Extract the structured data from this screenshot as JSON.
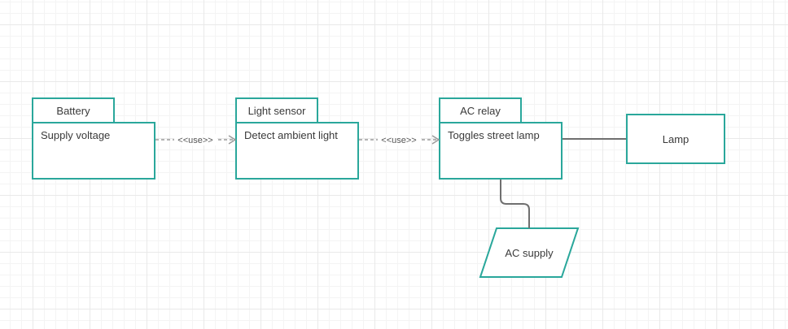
{
  "packages": {
    "battery": {
      "tab": "Battery",
      "body": "Supply voltage"
    },
    "light_sensor": {
      "tab": "Light sensor",
      "body": "Detect ambient light"
    },
    "ac_relay": {
      "tab": "AC relay",
      "body": "Toggles street lamp"
    }
  },
  "nodes": {
    "lamp": "Lamp",
    "ac_supply": "AC supply"
  },
  "connectors": {
    "battery_to_sensor": "<<use>>",
    "sensor_to_relay": "<<use>>"
  },
  "colors": {
    "shape_stroke": "#2aa79b",
    "dependency_line": "#9a9a9a",
    "association_line": "#6f6f6f"
  }
}
